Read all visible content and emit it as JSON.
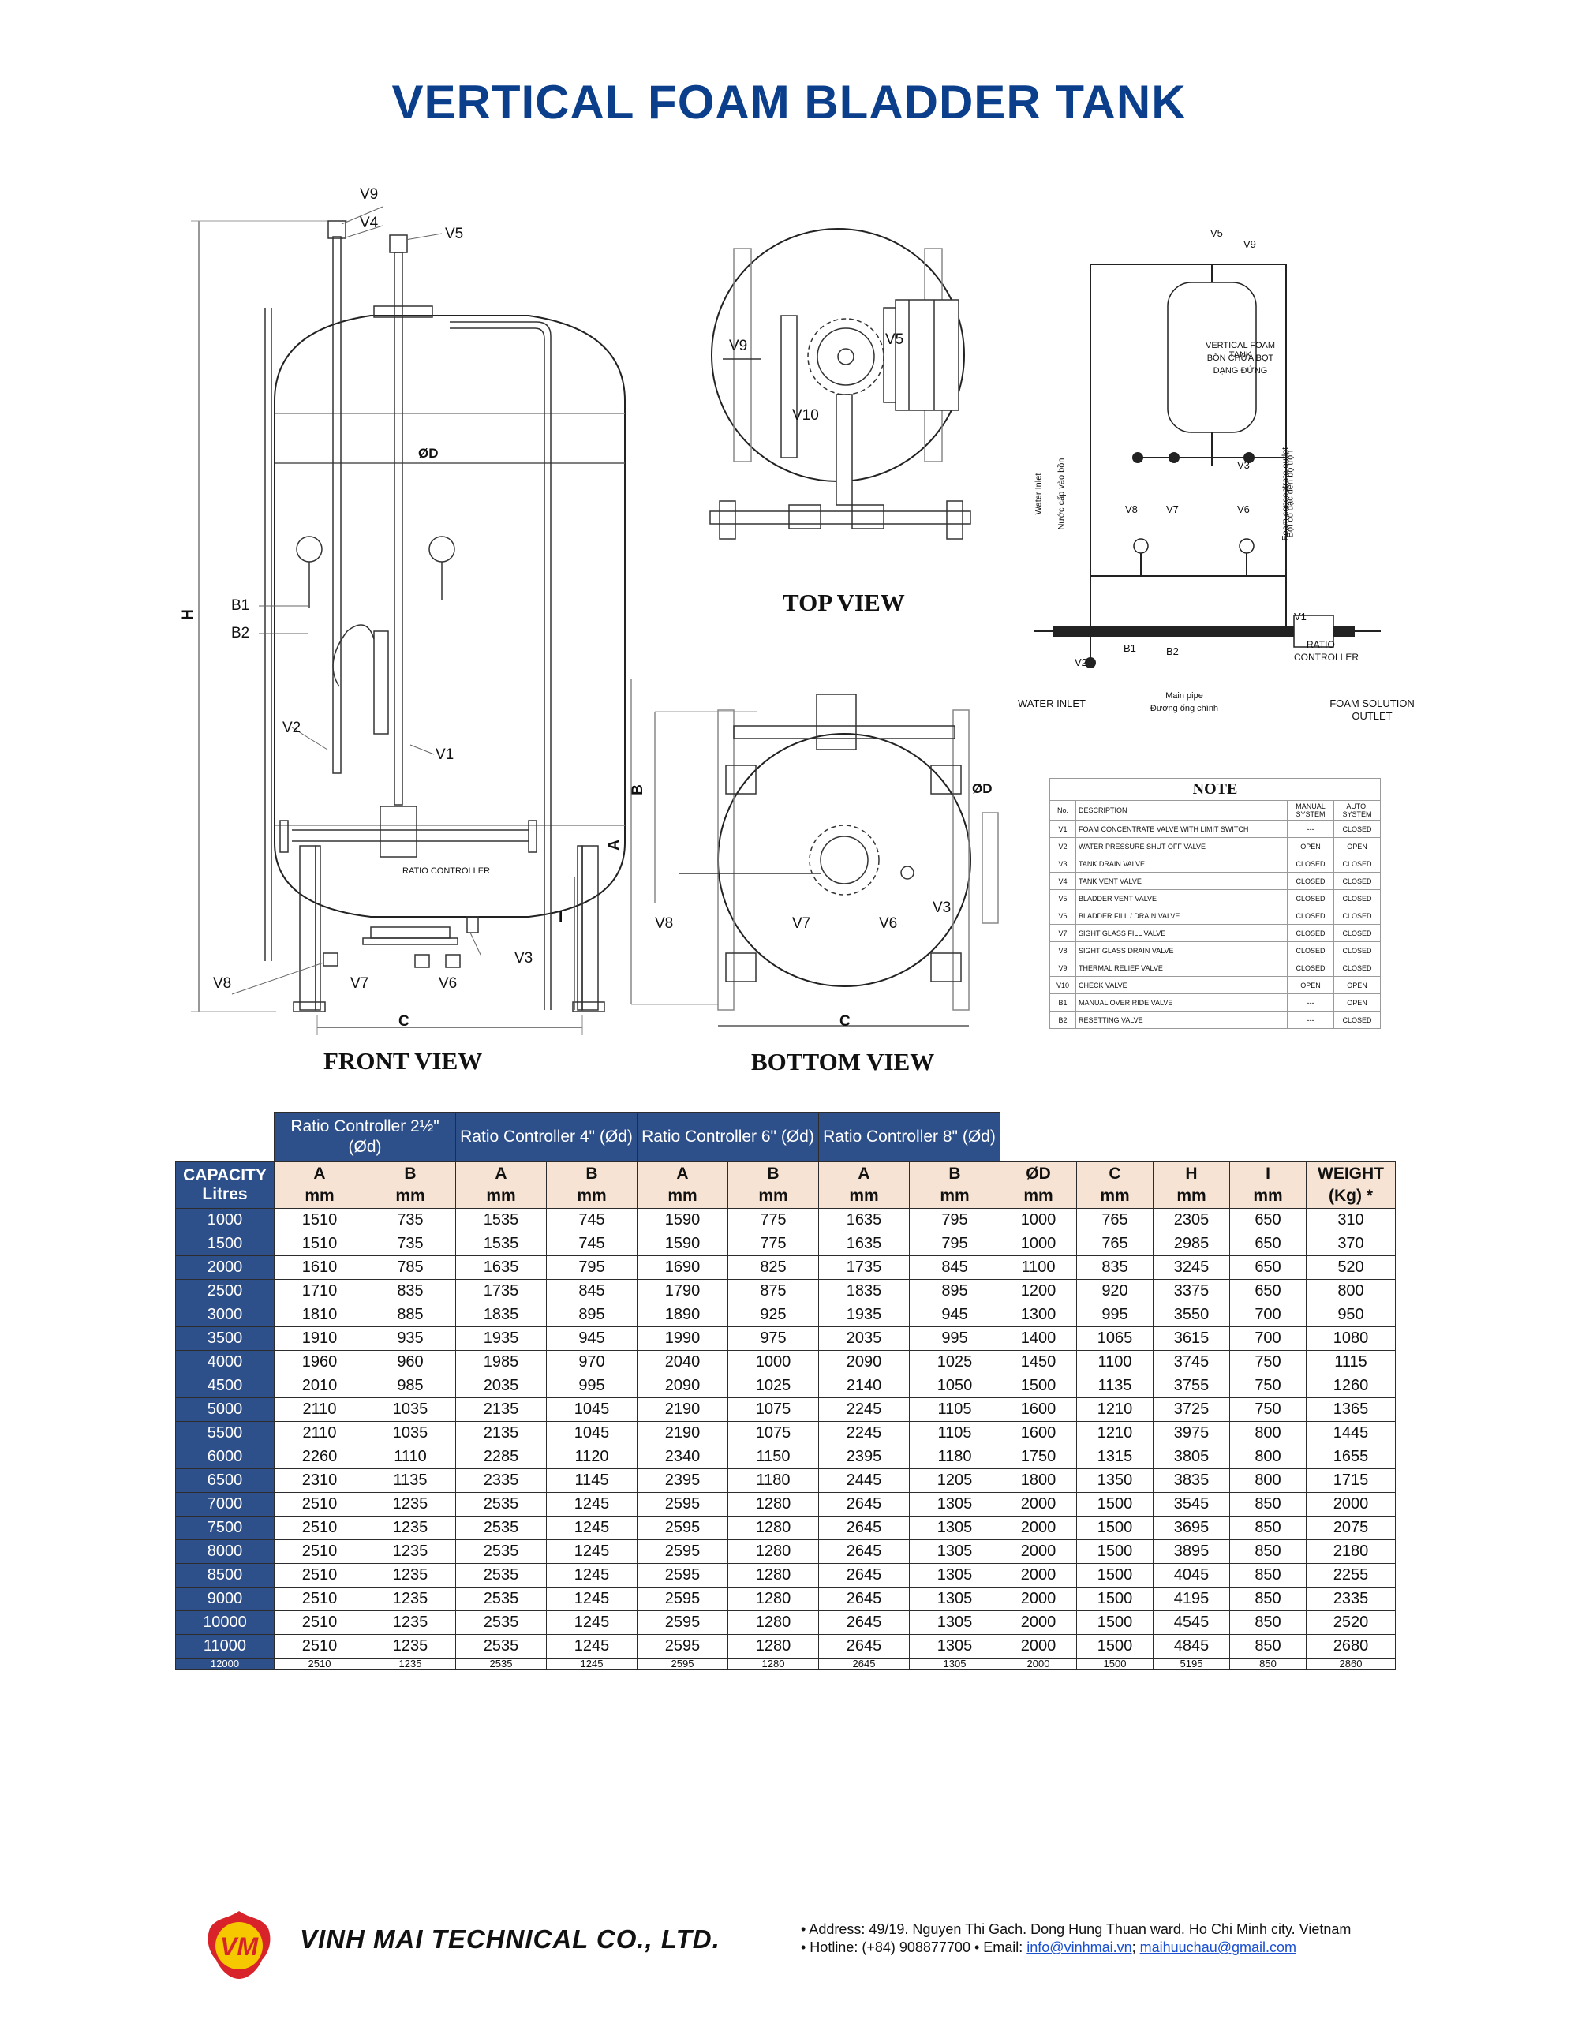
{
  "title": "VERTICAL FOAM BLADDER TANK",
  "views": {
    "front": "FRONT VIEW",
    "top": "TOP VIEW",
    "bottom": "BOTTOM VIEW"
  },
  "front_labels": {
    "V9": "V9",
    "V4": "V4",
    "V5": "V5",
    "B1": "B1",
    "B2": "B2",
    "V2": "V2",
    "V1": "V1",
    "V3": "V3",
    "V8": "V8",
    "V7": "V7",
    "V6": "V6",
    "D": "ØD",
    "H": "H",
    "I": "I",
    "C": "C",
    "ratio": "RATIO CONTROLLER"
  },
  "top_labels": {
    "V9": "V9",
    "V5": "V5",
    "V10": "V10"
  },
  "bottom_labels": {
    "B": "B",
    "A": "A",
    "D": "ØD",
    "V8": "V8",
    "V7": "V7",
    "V6": "V6",
    "V3": "V3",
    "C": "C"
  },
  "schematic": {
    "tank1": "VERTICAL FOAM TANK",
    "tank2": "BỒN CHỨA BỌT",
    "tank3": "DẠNG ĐỨNG",
    "water_inlet_v1": "Water Inlet",
    "water_inlet_v2": "Nước cấp vào bồn",
    "foam_outlet_v1": "Foam concentrate outlet",
    "foam_outlet_v2": "Bọt cô đặc đến bộ trộn",
    "V5": "V5",
    "V9": "V9",
    "V3": "V3",
    "V8": "V8",
    "V7": "V7",
    "V6": "V6",
    "V1": "V1",
    "V2": "V2",
    "B1": "B1",
    "B2": "B2",
    "ratio1": "RATIO",
    "ratio2": "CONTROLLER",
    "water_inlet": "WATER INLET",
    "main_pipe1": "Main pipe",
    "main_pipe2": "Đường ống chính",
    "foam_sol1": "FOAM SOLUTION",
    "foam_sol2": "OUTLET"
  },
  "note": {
    "title": "NOTE",
    "headers": [
      "No.",
      "DESCRIPTION",
      "MANUAL SYSTEM",
      "AUTO. SYSTEM"
    ],
    "rows": [
      [
        "V1",
        "FOAM CONCENTRATE VALVE WITH LIMIT SWITCH",
        "---",
        "CLOSED"
      ],
      [
        "V2",
        "WATER PRESSURE SHUT OFF VALVE",
        "OPEN",
        "OPEN"
      ],
      [
        "V3",
        "TANK DRAIN VALVE",
        "CLOSED",
        "CLOSED"
      ],
      [
        "V4",
        "TANK VENT VALVE",
        "CLOSED",
        "CLOSED"
      ],
      [
        "V5",
        "BLADDER VENT VALVE",
        "CLOSED",
        "CLOSED"
      ],
      [
        "V6",
        "BLADDER FILL / DRAIN VALVE",
        "CLOSED",
        "CLOSED"
      ],
      [
        "V7",
        "SIGHT GLASS FILL VALVE",
        "CLOSED",
        "CLOSED"
      ],
      [
        "V8",
        "SIGHT GLASS DRAIN VALVE",
        "CLOSED",
        "CLOSED"
      ],
      [
        "V9",
        "THERMAL RELIEF VALVE",
        "CLOSED",
        "CLOSED"
      ],
      [
        "V10",
        "CHECK VALVE",
        "OPEN",
        "OPEN"
      ],
      [
        "B1",
        "MANUAL OVER RIDE VALVE",
        "---",
        "OPEN"
      ],
      [
        "B2",
        "RESETTING VALVE",
        "---",
        "CLOSED"
      ]
    ]
  },
  "table": {
    "groups": [
      "Ratio Controller 2½\" (Ød)",
      "Ratio Controller 4\" (Ød)",
      "Ratio Controller 6\" (Ød)",
      "Ratio Controller 8\" (Ød)"
    ],
    "headers": [
      [
        "CAPACITY",
        "Litres"
      ],
      [
        "A",
        "mm"
      ],
      [
        "B",
        "mm"
      ],
      [
        "A",
        "mm"
      ],
      [
        "B",
        "mm"
      ],
      [
        "A",
        "mm"
      ],
      [
        "B",
        "mm"
      ],
      [
        "A",
        "mm"
      ],
      [
        "B",
        "mm"
      ],
      [
        "ØD",
        "mm"
      ],
      [
        "C",
        "mm"
      ],
      [
        "H",
        "mm"
      ],
      [
        "I",
        "mm"
      ],
      [
        "WEIGHT",
        "(Kg) *"
      ]
    ],
    "rows": [
      [
        "1000",
        "1510",
        "735",
        "1535",
        "745",
        "1590",
        "775",
        "1635",
        "795",
        "1000",
        "765",
        "2305",
        "650",
        "310"
      ],
      [
        "1500",
        "1510",
        "735",
        "1535",
        "745",
        "1590",
        "775",
        "1635",
        "795",
        "1000",
        "765",
        "2985",
        "650",
        "370"
      ],
      [
        "2000",
        "1610",
        "785",
        "1635",
        "795",
        "1690",
        "825",
        "1735",
        "845",
        "1100",
        "835",
        "3245",
        "650",
        "520"
      ],
      [
        "2500",
        "1710",
        "835",
        "1735",
        "845",
        "1790",
        "875",
        "1835",
        "895",
        "1200",
        "920",
        "3375",
        "650",
        "800"
      ],
      [
        "3000",
        "1810",
        "885",
        "1835",
        "895",
        "1890",
        "925",
        "1935",
        "945",
        "1300",
        "995",
        "3550",
        "700",
        "950"
      ],
      [
        "3500",
        "1910",
        "935",
        "1935",
        "945",
        "1990",
        "975",
        "2035",
        "995",
        "1400",
        "1065",
        "3615",
        "700",
        "1080"
      ],
      [
        "4000",
        "1960",
        "960",
        "1985",
        "970",
        "2040",
        "1000",
        "2090",
        "1025",
        "1450",
        "1100",
        "3745",
        "750",
        "1115"
      ],
      [
        "4500",
        "2010",
        "985",
        "2035",
        "995",
        "2090",
        "1025",
        "2140",
        "1050",
        "1500",
        "1135",
        "3755",
        "750",
        "1260"
      ],
      [
        "5000",
        "2110",
        "1035",
        "2135",
        "1045",
        "2190",
        "1075",
        "2245",
        "1105",
        "1600",
        "1210",
        "3725",
        "750",
        "1365"
      ],
      [
        "5500",
        "2110",
        "1035",
        "2135",
        "1045",
        "2190",
        "1075",
        "2245",
        "1105",
        "1600",
        "1210",
        "3975",
        "800",
        "1445"
      ],
      [
        "6000",
        "2260",
        "1110",
        "2285",
        "1120",
        "2340",
        "1150",
        "2395",
        "1180",
        "1750",
        "1315",
        "3805",
        "800",
        "1655"
      ],
      [
        "6500",
        "2310",
        "1135",
        "2335",
        "1145",
        "2395",
        "1180",
        "2445",
        "1205",
        "1800",
        "1350",
        "3835",
        "800",
        "1715"
      ],
      [
        "7000",
        "2510",
        "1235",
        "2535",
        "1245",
        "2595",
        "1280",
        "2645",
        "1305",
        "2000",
        "1500",
        "3545",
        "850",
        "2000"
      ],
      [
        "7500",
        "2510",
        "1235",
        "2535",
        "1245",
        "2595",
        "1280",
        "2645",
        "1305",
        "2000",
        "1500",
        "3695",
        "850",
        "2075"
      ],
      [
        "8000",
        "2510",
        "1235",
        "2535",
        "1245",
        "2595",
        "1280",
        "2645",
        "1305",
        "2000",
        "1500",
        "3895",
        "850",
        "2180"
      ],
      [
        "8500",
        "2510",
        "1235",
        "2535",
        "1245",
        "2595",
        "1280",
        "2645",
        "1305",
        "2000",
        "1500",
        "4045",
        "850",
        "2255"
      ],
      [
        "9000",
        "2510",
        "1235",
        "2535",
        "1245",
        "2595",
        "1280",
        "2645",
        "1305",
        "2000",
        "1500",
        "4195",
        "850",
        "2335"
      ],
      [
        "10000",
        "2510",
        "1235",
        "2535",
        "1245",
        "2595",
        "1280",
        "2645",
        "1305",
        "2000",
        "1500",
        "4545",
        "850",
        "2520"
      ],
      [
        "11000",
        "2510",
        "1235",
        "2535",
        "1245",
        "2595",
        "1280",
        "2645",
        "1305",
        "2000",
        "1500",
        "4845",
        "850",
        "2680"
      ],
      [
        "12000",
        "2510",
        "1235",
        "2535",
        "1245",
        "2595",
        "1280",
        "2645",
        "1305",
        "2000",
        "1500",
        "5195",
        "850",
        "2860"
      ]
    ]
  },
  "footer": {
    "company": "VINH MAI TECHNICAL CO., LTD.",
    "address": "• Address: 49/19. Nguyen Thi Gach. Dong Hung Thuan ward. Ho Chi Minh city. Vietnam",
    "hotline": "• Hotline: (+84) 908877700 • Email: ",
    "email1": "info@vinhmai.vn",
    "sep": "; ",
    "email2": "maihuuchau@gmail.com",
    "logo_letters": "VM"
  },
  "colors": {
    "title": "#0b3f8c",
    "table_header": "#2d4f8a",
    "header_cell": "#f6e3d3",
    "logo_red": "#d8232a",
    "logo_yellow": "#f5c800"
  }
}
